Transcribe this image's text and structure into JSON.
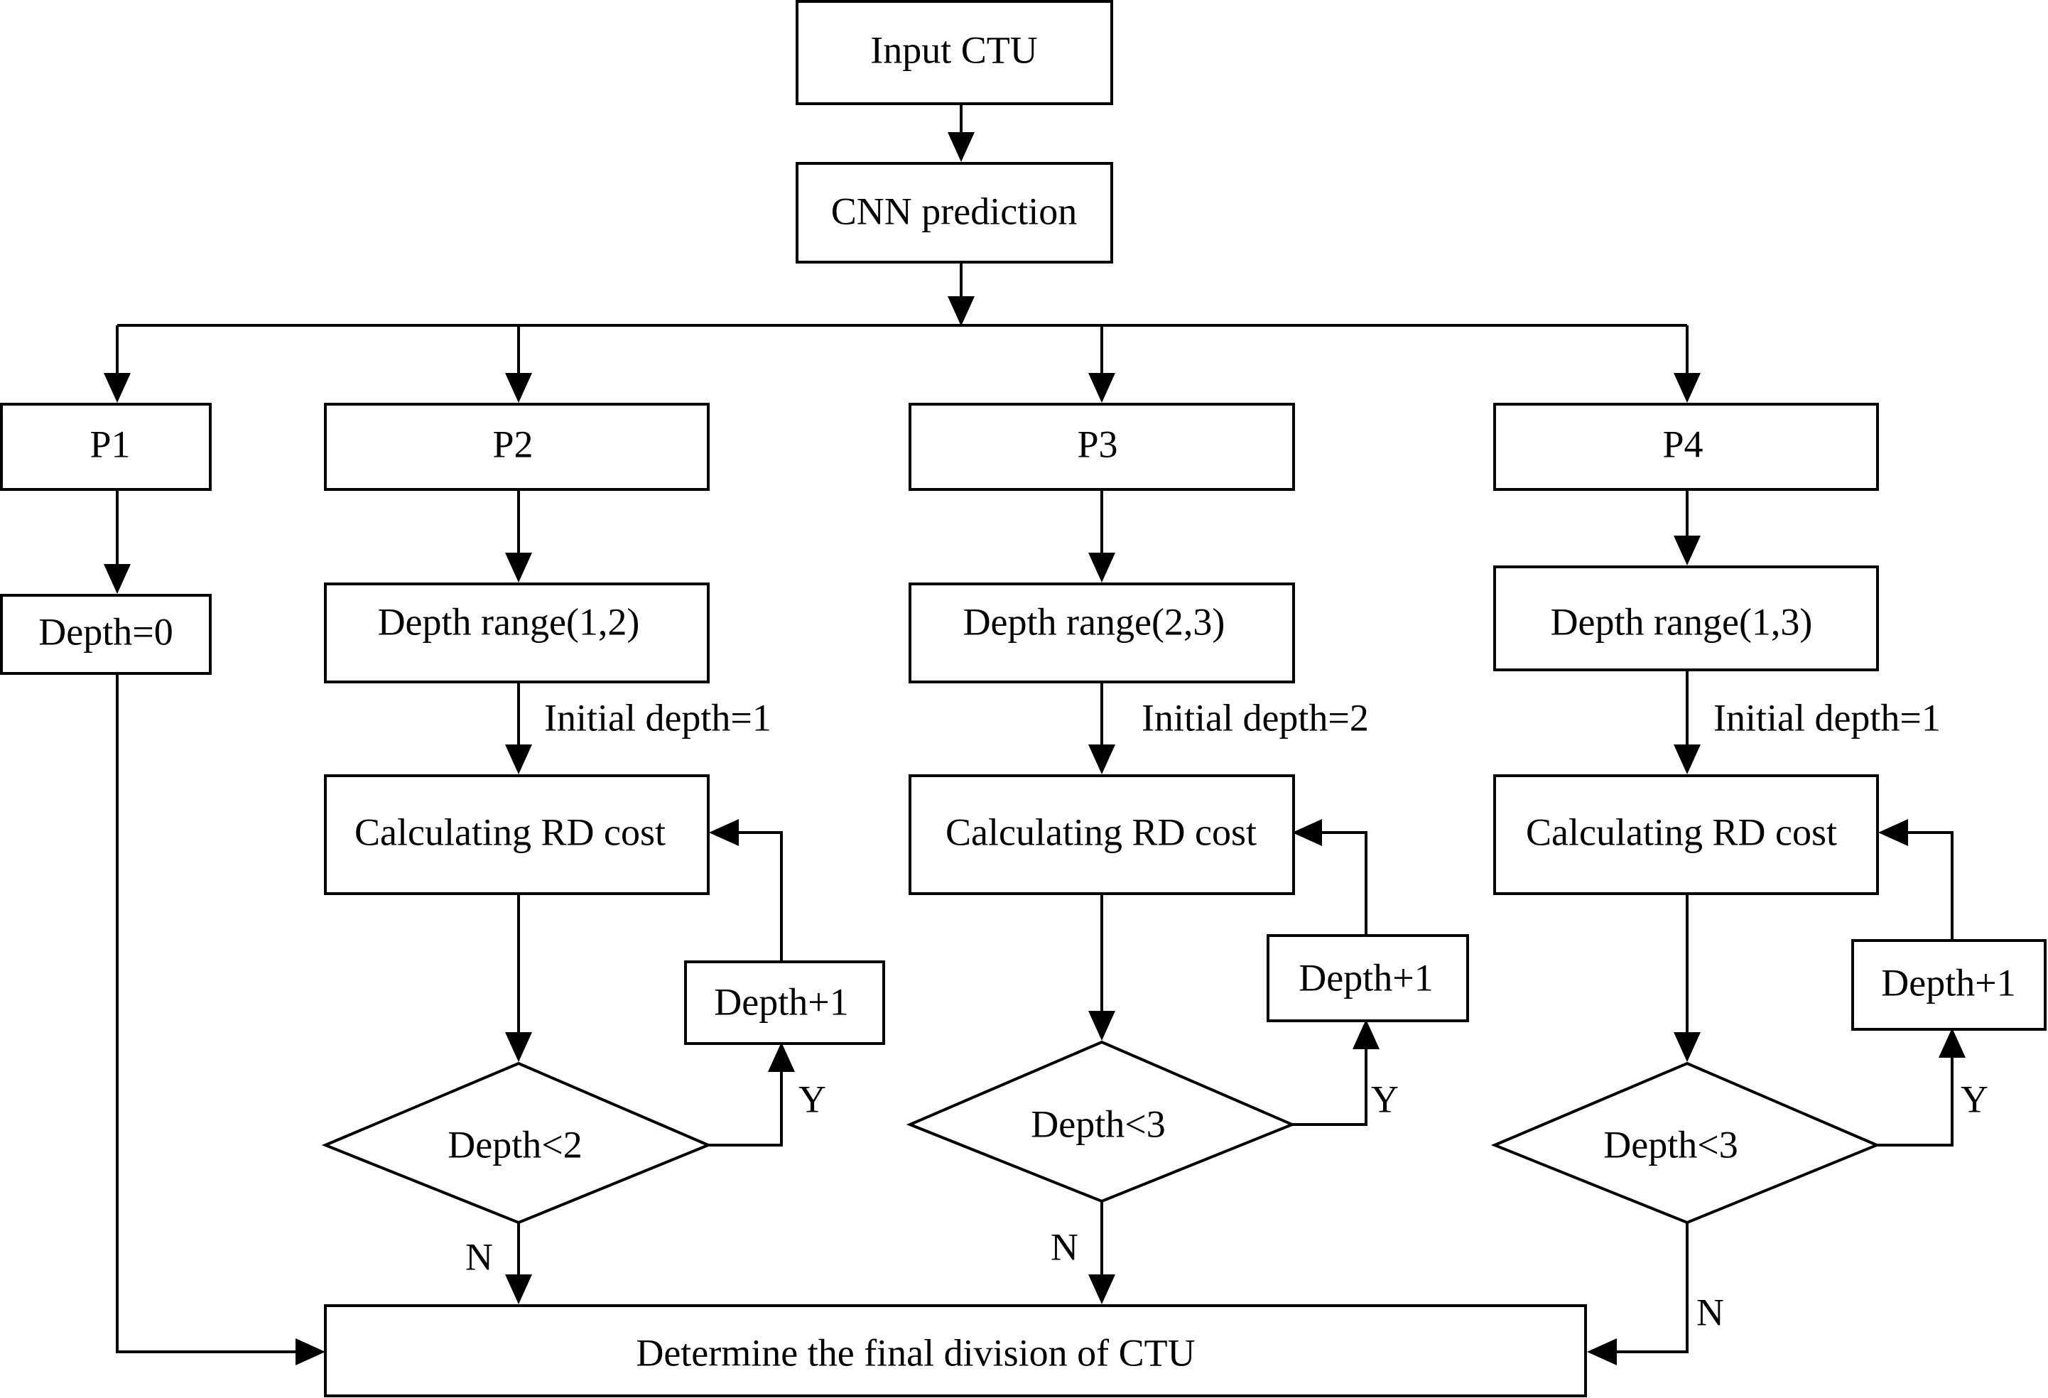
{
  "diagram": {
    "input": "Input CTU",
    "cnn": "CNN prediction",
    "final": "Determine the final division of CTU",
    "p1": {
      "label": "P1",
      "depth": "Depth=0"
    },
    "p2": {
      "label": "P2",
      "range": "Depth range(1,2)",
      "initial": "Initial depth=1",
      "calc": "Calculating RD cost",
      "increment": "Depth+1",
      "decision": "Depth<2",
      "yes": "Y",
      "no": "N"
    },
    "p3": {
      "label": "P3",
      "range": "Depth range(2,3)",
      "initial": "Initial depth=2",
      "calc": "Calculating RD cost",
      "increment": "Depth+1",
      "decision": "Depth<3",
      "yes": "Y",
      "no": "N"
    },
    "p4": {
      "label": "P4",
      "range": "Depth range(1,3)",
      "initial": "Initial depth=1",
      "calc": "Calculating RD cost",
      "increment": "Depth+1",
      "decision": "Depth<3",
      "yes": "Y",
      "no": "N"
    }
  },
  "colors": {
    "stroke": "#000000",
    "fill": "#ffffff"
  }
}
